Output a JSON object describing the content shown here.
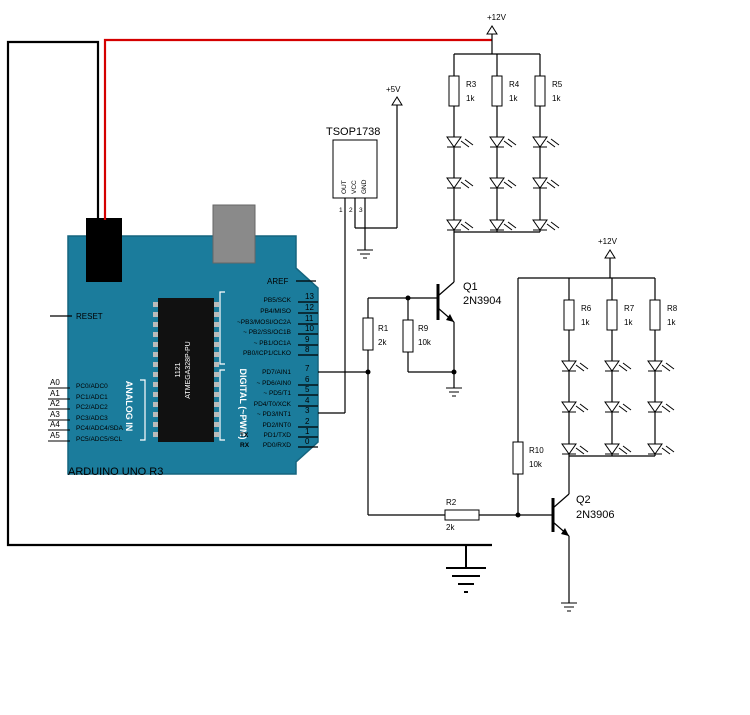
{
  "arduino": {
    "name": "ARDUINO UNO R3",
    "aref": "AREF",
    "reset": "RESET",
    "digital_title": "DIGITAL (~PWM)",
    "analog_title": "ANALOG IN",
    "chip_top": "1121",
    "chip_name": "ATMEGA328P-PU",
    "tx": "TX",
    "rx": "RX",
    "digital_pins": [
      {
        "num": "13",
        "label": "PB5/SCK"
      },
      {
        "num": "12",
        "label": "PB4/MISO"
      },
      {
        "num": "11",
        "label": "~PB3/MOSI/OC2A"
      },
      {
        "num": "10",
        "label": "~ PB2/SS/OC1B"
      },
      {
        "num": "9",
        "label": "~ PB1/OC1A"
      },
      {
        "num": "8",
        "label": "PB0/ICP1/CLKO"
      },
      {
        "num": "7",
        "label": "PD7/AIN1"
      },
      {
        "num": "6",
        "label": "~ PD6/AIN0"
      },
      {
        "num": "5",
        "label": "~ PD5/T1"
      },
      {
        "num": "4",
        "label": "PD4/T0/XCK"
      },
      {
        "num": "3",
        "label": "~ PD3/INT1"
      },
      {
        "num": "2",
        "label": "PD2/INT0"
      },
      {
        "num": "1",
        "label": "PD1/TXD"
      },
      {
        "num": "0",
        "label": "PD0/RXD"
      }
    ],
    "analog_pins": [
      {
        "num": "A0",
        "label": "PC0/ADC0"
      },
      {
        "num": "A1",
        "label": "PC1/ADC1"
      },
      {
        "num": "A2",
        "label": "PC2/ADC2"
      },
      {
        "num": "A3",
        "label": "PC3/ADC3"
      },
      {
        "num": "A4",
        "label": "PC4/ADC4/SDA"
      },
      {
        "num": "A5",
        "label": "PC5/ADC5/SCL"
      }
    ],
    "colors": {
      "board": "#1b7c9c",
      "board_edge": "#15657f",
      "chip": "#111111"
    }
  },
  "sensor": {
    "name": "TSOP1738",
    "pins": [
      "OUT",
      "VCC",
      "GND"
    ],
    "pin_nums": [
      "1",
      "2",
      "3"
    ]
  },
  "power": {
    "v5": "+5V",
    "v12_top": "+12V",
    "v12_mid": "+12V"
  },
  "resistors": [
    {
      "ref": "R3",
      "value": "1k"
    },
    {
      "ref": "R4",
      "value": "1k"
    },
    {
      "ref": "R5",
      "value": "1k"
    },
    {
      "ref": "R6",
      "value": "1k"
    },
    {
      "ref": "R7",
      "value": "1k"
    },
    {
      "ref": "R8",
      "value": "1k"
    },
    {
      "ref": "R1",
      "value": "2k"
    },
    {
      "ref": "R9",
      "value": "10k"
    },
    {
      "ref": "R10",
      "value": "10k"
    },
    {
      "ref": "R2",
      "value": "2k"
    }
  ],
  "transistors": [
    {
      "ref": "Q1",
      "part": "2N3904"
    },
    {
      "ref": "Q2",
      "part": "2N3906"
    }
  ],
  "colors": {
    "wire": "#000000",
    "red_wire": "#d40000"
  }
}
